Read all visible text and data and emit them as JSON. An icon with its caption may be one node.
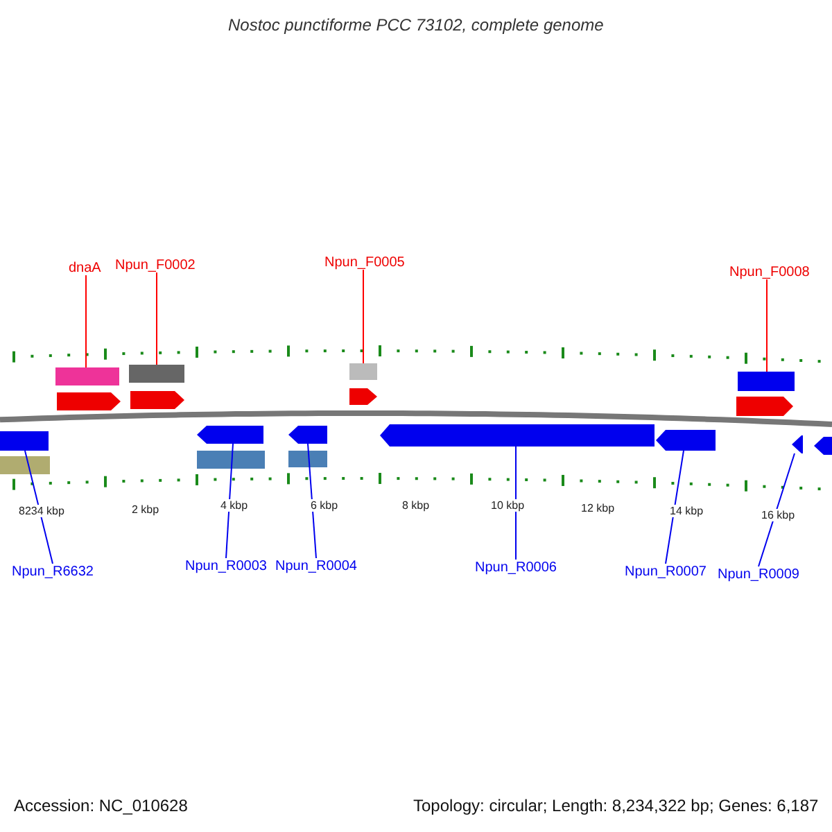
{
  "diagram": {
    "title": "Nostoc punctiforme PCC 73102, complete genome",
    "nodes": [
      {
        "text": [
          "dnaA"
        ]
      },
      {
        "text": [],
        "shape": "bar"
      },
      {
        "text": [
          "Npun_F0002"
        ]
      },
      {
        "text": [],
        "shape": "bar"
      },
      {
        "text": [
          "Npun_F0005"
        ]
      },
      {
        "text": [],
        "shape": "bar"
      },
      {
        "text": [
          "Npun_F0008"
        ]
      },
      {
        "text": [],
        "shape": "bar"
      },
      {
        "text": [
          "Npun_R6632"
        ]
      },
      {
        "text": [],
        "shape": "bar"
      },
      {
        "text": [
          "Npun_R0003"
        ]
      },
      {
        "text": [],
        "shape": "bar"
      },
      {
        "text": [
          "Npun_R0004"
        ]
      },
      {
        "text": [],
        "shape": "bar"
      },
      {
        "text": [
          "Npun_R0006"
        ]
      },
      {
        "text": [],
        "shape": "bar"
      },
      {
        "text": [
          "Npun_R0007"
        ]
      },
      {
        "text": [],
        "shape": "bar"
      },
      {
        "text": [
          "Npun_R0009"
        ]
      },
      {
        "text": [],
        "shape": "bar"
      },
      {
        "text": [],
        "shape": "bar"
      },
      {
        "text": [],
        "shape": "bar"
      },
      {
        "text": [],
        "shape": "bar"
      },
      {
        "text": [],
        "shape": "bar"
      },
      {
        "text": [],
        "shape": "bar"
      },
      {
        "text": [],
        "shape": "bar"
      },
      {
        "text": [],
        "shape": "bar"
      },
      {
        "text": [],
        "shape": "bar"
      }
    ],
    "edges": [
      {
        "from": 0,
        "to": 1,
        "arrow": "none",
        "color": "#ff0000"
      },
      {
        "from": 2,
        "to": 3,
        "arrow": "none",
        "color": "#ff0000"
      },
      {
        "from": 4,
        "to": 5,
        "arrow": "none",
        "color": "#ff0000"
      },
      {
        "from": 6,
        "to": 7,
        "arrow": "none",
        "color": "#ff0000"
      },
      {
        "from": 8,
        "to": 9,
        "arrow": "none"
      },
      {
        "from": 10,
        "to": 11,
        "arrow": "none"
      },
      {
        "from": 12,
        "to": 13,
        "arrow": "none"
      },
      {
        "from": 14,
        "to": 15,
        "arrow": "none"
      },
      {
        "from": 16,
        "to": 17,
        "arrow": "none"
      },
      {
        "from": 18,
        "to": 19,
        "arrow": "none"
      }
    ],
    "labels": [
      "8234 kbp",
      "2 kbp",
      "4 kbp",
      "6 kbp",
      "8 kbp",
      "10 kbp",
      "12 kbp",
      "14 kbp",
      "16 kbp",
      "Accession: NC_010628",
      "Topology: circular; Length: 8,234,322 bp; Genes: 6,187"
    ]
  }
}
